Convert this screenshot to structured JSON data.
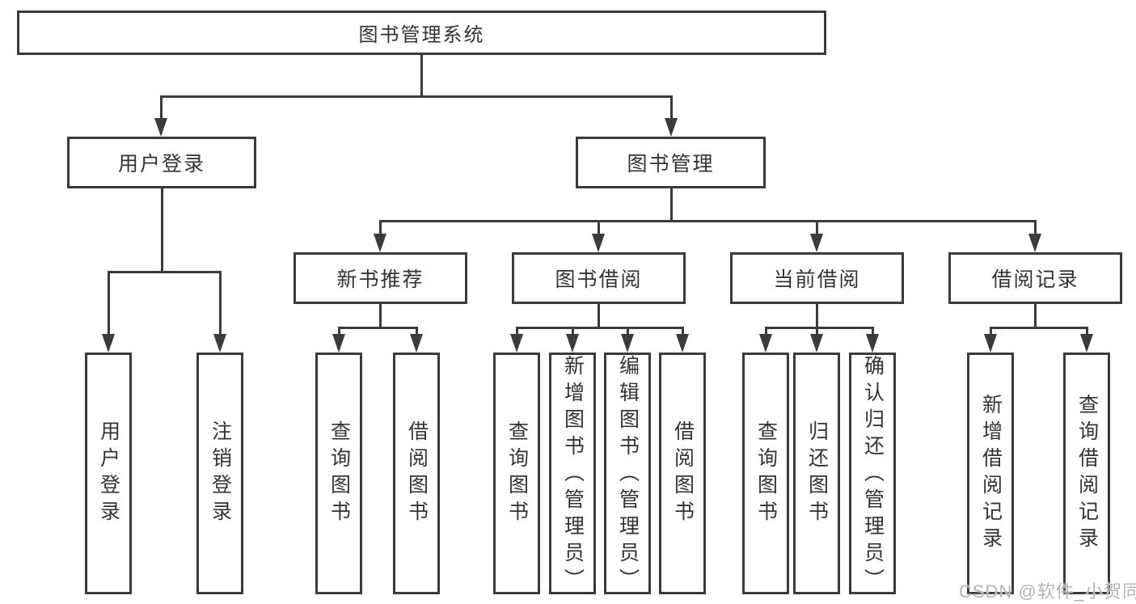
{
  "diagram": {
    "title": "图书管理系统",
    "root": {
      "label": "图书管理系统",
      "children": [
        {
          "label": "用户登录",
          "children": [
            {
              "label": "用户登录"
            },
            {
              "label": "注销登录"
            }
          ]
        },
        {
          "label": "图书管理",
          "children": [
            {
              "label": "新书推荐",
              "children": [
                {
                  "label": "查询图书"
                },
                {
                  "label": "借阅图书"
                }
              ]
            },
            {
              "label": "图书借阅",
              "children": [
                {
                  "label": "查询图书"
                },
                {
                  "label": "新增图书（管理员）"
                },
                {
                  "label": "编辑图书（管理员）"
                },
                {
                  "label": "借阅图书"
                }
              ]
            },
            {
              "label": "当前借阅",
              "children": [
                {
                  "label": "查询图书"
                },
                {
                  "label": "归还图书"
                },
                {
                  "label": "确认归还（管理员）"
                }
              ]
            },
            {
              "label": "借阅记录",
              "children": [
                {
                  "label": "新增借阅记录"
                },
                {
                  "label": "查询借阅记录"
                }
              ]
            }
          ]
        }
      ]
    }
  },
  "watermark": {
    "text": "CSDN @软件_小贺同学"
  },
  "colors": {
    "line": "#3b3b3b",
    "box_border": "#3b3b3b",
    "text": "#333333",
    "watermark": "#b3b3b3",
    "background": "#ffffff"
  }
}
